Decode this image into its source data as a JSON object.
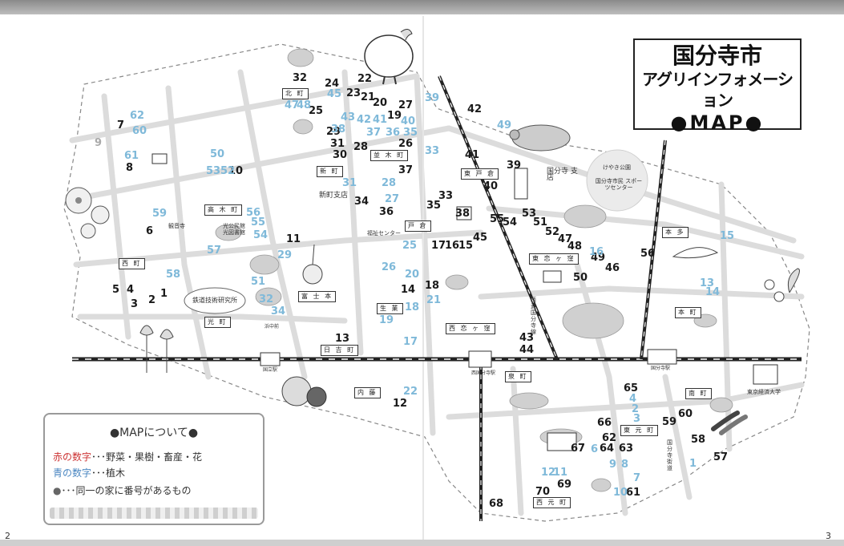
{
  "title": {
    "line1": "国分寺市",
    "line2": "アグリインフォメーション",
    "line3": "●MAP●"
  },
  "legend": {
    "title": "●MAPについて●",
    "red_label": "赤の数字",
    "red_text": "･･･野菜・果樹・畜産・花",
    "blue_label": "青の数字",
    "blue_text": "･･･植木",
    "dots_text": "･･･同一の家に番号があるもの"
  },
  "page_numbers": {
    "left": "2",
    "right": "3"
  },
  "colors": {
    "red_numbers": "#1a1a1a",
    "blue_numbers": "#7fb9d9",
    "roads": "#d9d9d9",
    "railway": "#222222"
  },
  "districts": [
    {
      "id": "kita",
      "label": "北 町"
    },
    {
      "id": "shin",
      "label": "新 町"
    },
    {
      "id": "namiki",
      "label": "並 木 町"
    },
    {
      "id": "higashitogura",
      "label": "東 戸 倉"
    },
    {
      "id": "togura",
      "label": "戸 倉"
    },
    {
      "id": "takagi",
      "label": "高 木 町"
    },
    {
      "id": "nishi",
      "label": "西 町"
    },
    {
      "id": "hikari",
      "label": "光 町"
    },
    {
      "id": "fujimoto",
      "label": "富 士 本"
    },
    {
      "id": "hiyoshi",
      "label": "日 吉 町"
    },
    {
      "id": "seika",
      "label": "内 藤"
    },
    {
      "id": "nishikoigakubo",
      "label": "西 恋 ヶ 窪"
    },
    {
      "id": "higashikoigakubo",
      "label": "東 恋 ヶ 窪"
    },
    {
      "id": "honda",
      "label": "本 多"
    },
    {
      "id": "honcho",
      "label": "本 町"
    },
    {
      "id": "izumi",
      "label": "泉 町"
    },
    {
      "id": "minami",
      "label": "南 町"
    },
    {
      "id": "higashimoto",
      "label": "東 元 町"
    },
    {
      "id": "nishimoto",
      "label": "西 元 町"
    },
    {
      "id": "seikan",
      "label": "生 業"
    }
  ],
  "places": [
    {
      "id": "shinmachi-branch",
      "label": "新町支店"
    },
    {
      "id": "kokubunji-branch",
      "label": "国分寺 支店"
    },
    {
      "id": "keyaki-park",
      "label": "けやき公園"
    },
    {
      "id": "sports-center",
      "label": "国分寺市民 スポーツセンター"
    },
    {
      "id": "welfare-center",
      "label": "福祉センター"
    },
    {
      "id": "railway-institute",
      "label": "鉄道技術研究所"
    },
    {
      "id": "kannonji",
      "label": "観音寺"
    },
    {
      "id": "library",
      "label": "光公民館 光図書館"
    },
    {
      "id": "tokyo-keizai",
      "label": "東京経済大学"
    },
    {
      "id": "kokubunji-road",
      "label": "国分寺街道"
    },
    {
      "id": "chuo-line",
      "label": "西武国分寺線"
    },
    {
      "id": "nishi-kokubunji-st",
      "label": "西国分寺駅"
    },
    {
      "id": "kokubunji-st",
      "label": "国分寺駅"
    },
    {
      "id": "kunitachi",
      "label": "国立駅"
    },
    {
      "id": "hamanaka",
      "label": "浜中前"
    }
  ],
  "farm_numbers": [
    {
      "n": "1",
      "c": "r"
    },
    {
      "n": "2",
      "c": "r"
    },
    {
      "n": "3",
      "c": "r"
    },
    {
      "n": "4",
      "c": "r"
    },
    {
      "n": "5",
      "c": "r"
    },
    {
      "n": "6",
      "c": "r"
    },
    {
      "n": "7",
      "c": "r"
    },
    {
      "n": "8",
      "c": "r"
    },
    {
      "n": "9",
      "c": "b"
    },
    {
      "n": "10",
      "c": "r"
    },
    {
      "n": "11",
      "c": "r"
    },
    {
      "n": "12",
      "c": "r"
    },
    {
      "n": "13",
      "c": "r"
    },
    {
      "n": "14",
      "c": "r"
    },
    {
      "n": "15",
      "c": "r"
    },
    {
      "n": "16",
      "c": "r"
    },
    {
      "n": "17",
      "c": "r"
    },
    {
      "n": "18",
      "c": "r"
    },
    {
      "n": "19",
      "c": "r"
    },
    {
      "n": "20",
      "c": "r"
    },
    {
      "n": "21",
      "c": "r"
    },
    {
      "n": "22",
      "c": "r"
    },
    {
      "n": "23",
      "c": "r"
    },
    {
      "n": "24",
      "c": "r"
    },
    {
      "n": "25",
      "c": "r"
    },
    {
      "n": "26",
      "c": "r"
    },
    {
      "n": "27",
      "c": "r"
    },
    {
      "n": "28",
      "c": "r"
    },
    {
      "n": "29",
      "c": "r"
    },
    {
      "n": "30",
      "c": "r"
    },
    {
      "n": "31",
      "c": "r"
    },
    {
      "n": "32",
      "c": "r"
    },
    {
      "n": "33",
      "c": "r"
    },
    {
      "n": "34",
      "c": "r"
    },
    {
      "n": "35",
      "c": "r"
    },
    {
      "n": "36",
      "c": "r"
    },
    {
      "n": "37",
      "c": "r"
    },
    {
      "n": "38",
      "c": "r"
    },
    {
      "n": "39",
      "c": "r"
    },
    {
      "n": "40",
      "c": "r"
    },
    {
      "n": "41",
      "c": "r"
    },
    {
      "n": "42",
      "c": "r"
    },
    {
      "n": "43",
      "c": "r"
    },
    {
      "n": "44",
      "c": "r"
    },
    {
      "n": "45",
      "c": "r"
    },
    {
      "n": "46",
      "c": "r"
    },
    {
      "n": "47",
      "c": "r"
    },
    {
      "n": "48",
      "c": "r"
    },
    {
      "n": "49",
      "c": "r"
    },
    {
      "n": "50",
      "c": "r"
    },
    {
      "n": "51",
      "c": "r"
    },
    {
      "n": "52",
      "c": "r"
    },
    {
      "n": "53",
      "c": "r"
    },
    {
      "n": "54",
      "c": "r"
    },
    {
      "n": "55",
      "c": "r"
    },
    {
      "n": "56",
      "c": "r"
    },
    {
      "n": "57",
      "c": "r"
    },
    {
      "n": "58",
      "c": "r"
    },
    {
      "n": "59",
      "c": "r"
    },
    {
      "n": "60",
      "c": "r"
    },
    {
      "n": "61",
      "c": "r"
    },
    {
      "n": "62",
      "c": "r"
    },
    {
      "n": "63",
      "c": "r"
    },
    {
      "n": "64",
      "c": "r"
    },
    {
      "n": "65",
      "c": "r"
    },
    {
      "n": "66",
      "c": "r"
    },
    {
      "n": "67",
      "c": "r"
    },
    {
      "n": "68",
      "c": "r"
    },
    {
      "n": "69",
      "c": "r"
    },
    {
      "n": "70",
      "c": "r"
    },
    {
      "n": "1",
      "c": "b"
    },
    {
      "n": "2",
      "c": "b"
    },
    {
      "n": "3",
      "c": "b"
    },
    {
      "n": "4",
      "c": "b"
    },
    {
      "n": "6",
      "c": "b"
    },
    {
      "n": "7",
      "c": "b"
    },
    {
      "n": "8",
      "c": "b"
    },
    {
      "n": "9",
      "c": "b"
    },
    {
      "n": "10",
      "c": "b"
    },
    {
      "n": "11",
      "c": "b"
    },
    {
      "n": "12",
      "c": "b"
    },
    {
      "n": "13",
      "c": "b"
    },
    {
      "n": "14",
      "c": "b"
    },
    {
      "n": "15",
      "c": "b"
    },
    {
      "n": "16",
      "c": "b"
    },
    {
      "n": "17",
      "c": "b"
    },
    {
      "n": "18",
      "c": "b"
    },
    {
      "n": "19",
      "c": "b"
    },
    {
      "n": "20",
      "c": "b"
    },
    {
      "n": "21",
      "c": "b"
    },
    {
      "n": "22",
      "c": "b"
    },
    {
      "n": "25",
      "c": "b"
    },
    {
      "n": "26",
      "c": "b"
    },
    {
      "n": "27",
      "c": "b"
    },
    {
      "n": "28",
      "c": "b"
    },
    {
      "n": "29",
      "c": "b"
    },
    {
      "n": "31",
      "c": "b"
    },
    {
      "n": "32",
      "c": "b"
    },
    {
      "n": "33",
      "c": "b"
    },
    {
      "n": "34",
      "c": "b"
    },
    {
      "n": "35",
      "c": "b"
    },
    {
      "n": "36",
      "c": "b"
    },
    {
      "n": "37",
      "c": "b"
    },
    {
      "n": "38",
      "c": "b"
    },
    {
      "n": "39",
      "c": "b"
    },
    {
      "n": "40",
      "c": "b"
    },
    {
      "n": "41",
      "c": "b"
    },
    {
      "n": "42",
      "c": "b"
    },
    {
      "n": "43",
      "c": "b"
    },
    {
      "n": "45",
      "c": "b"
    },
    {
      "n": "47",
      "c": "b"
    },
    {
      "n": "48",
      "c": "b"
    },
    {
      "n": "49",
      "c": "b"
    },
    {
      "n": "50",
      "c": "b"
    },
    {
      "n": "51",
      "c": "b"
    },
    {
      "n": "52",
      "c": "b"
    },
    {
      "n": "53",
      "c": "b"
    },
    {
      "n": "54",
      "c": "b"
    },
    {
      "n": "55",
      "c": "b"
    },
    {
      "n": "56",
      "c": "b"
    },
    {
      "n": "57",
      "c": "b"
    },
    {
      "n": "58",
      "c": "b"
    },
    {
      "n": "59",
      "c": "b"
    },
    {
      "n": "60",
      "c": "b"
    },
    {
      "n": "61",
      "c": "b"
    },
    {
      "n": "62",
      "c": "b"
    }
  ]
}
